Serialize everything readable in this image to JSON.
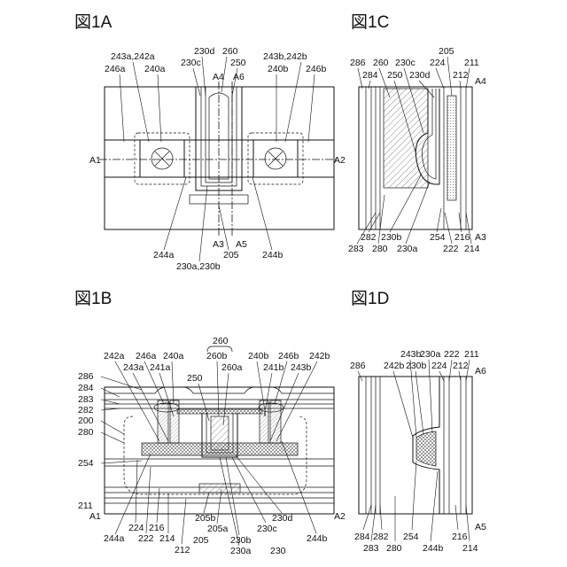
{
  "panels": {
    "A": {
      "title": "図1A",
      "labels": [
        "243a,242a",
        "240a",
        "246a",
        "230d",
        "230c",
        "260",
        "250",
        "A4",
        "A6",
        "243b,242b",
        "240b",
        "246b",
        "A1",
        "A2",
        "A3",
        "A5",
        "244a",
        "205",
        "244b",
        "230a,230b"
      ]
    },
    "B": {
      "title": "図1B",
      "labels": [
        "260",
        "260b",
        "260a",
        "242a",
        "246a",
        "240a",
        "243a",
        "241a",
        "240b",
        "246b",
        "242b",
        "241b",
        "243b",
        "250",
        "286",
        "284",
        "283",
        "282",
        "200",
        "280",
        "254",
        "211",
        "A1",
        "A2",
        "244a",
        "224",
        "222",
        "216",
        "214",
        "212",
        "205b",
        "205a",
        "205",
        "230b",
        "230a",
        "230",
        "230c",
        "230d",
        "244b"
      ]
    },
    "C": {
      "title": "図1C",
      "labels": [
        "286",
        "260",
        "230c",
        "284",
        "250",
        "230d",
        "224",
        "205",
        "211",
        "212",
        "A4",
        "283",
        "282",
        "280",
        "230b",
        "230a",
        "254",
        "222",
        "216",
        "214",
        "A3"
      ]
    },
    "D": {
      "title": "図1D",
      "labels": [
        "243b",
        "230a",
        "222",
        "211",
        "242b",
        "230b",
        "224",
        "212",
        "286",
        "A6",
        "284",
        "283",
        "282",
        "280",
        "254",
        "244b",
        "216",
        "214",
        "A5"
      ]
    }
  },
  "colors": {
    "ink": "#111111",
    "hatch": "#6d6d6d",
    "background": "#ffffff"
  }
}
